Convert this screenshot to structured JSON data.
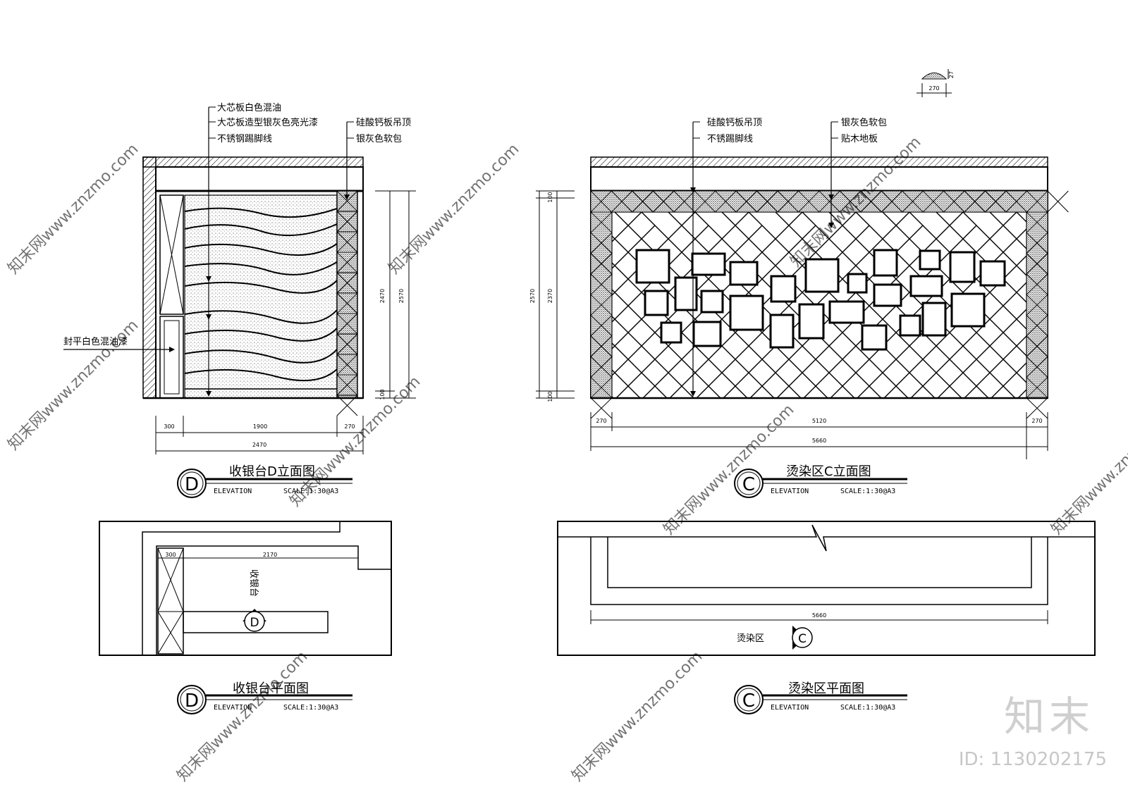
{
  "elevation_d": {
    "notes": [
      "大芯板白色混油",
      "大芯板造型银灰色亮光漆",
      "不锈钢踢脚线"
    ],
    "notes_right": [
      "硅酸钙板吊顶",
      "银灰色软包"
    ],
    "note_left": "封平白色混油漆",
    "dims_bottom": [
      "300",
      "1900",
      "270"
    ],
    "dim_total": "2470",
    "dims_right": [
      "2470",
      "2570",
      "100"
    ],
    "title": "收银台D立面图",
    "letter": "D",
    "sub_left": "ELEVATION",
    "sub_right": "SCALE:1:30@A3"
  },
  "elevation_c": {
    "notes_left": [
      "硅酸钙板吊顶",
      "不锈踢脚线"
    ],
    "notes_right": [
      "银灰色软包",
      "贴木地板"
    ],
    "dims_bottom": [
      "270",
      "5120",
      "270"
    ],
    "dim_total": "5660",
    "dims_left": [
      "2570",
      "2370",
      "100",
      "100"
    ],
    "title": "烫染区C立面图",
    "letter": "C",
    "sub_left": "ELEVATION",
    "sub_right": "SCALE:1:30@A3"
  },
  "plan_d": {
    "dim_a": "300",
    "dim_b": "2170",
    "counter_label": "收银台",
    "marker": "D",
    "title": "收银台平面图",
    "letter": "D",
    "sub_left": "ELEVATION",
    "sub_right": "SCALE:1:30@A3"
  },
  "plan_c": {
    "dim": "5660",
    "area_label": "烫染区",
    "marker": "C",
    "title": "烫染区平面图",
    "letter": "C",
    "sub_left": "ELEVATION",
    "sub_right": "SCALE:1:30@A3"
  },
  "detail": {
    "dim": "270",
    "dim_v": "27"
  },
  "watermark": {
    "text": "知末网www.znzmo.com",
    "brand": "知末",
    "id": "ID: 1130202175"
  }
}
